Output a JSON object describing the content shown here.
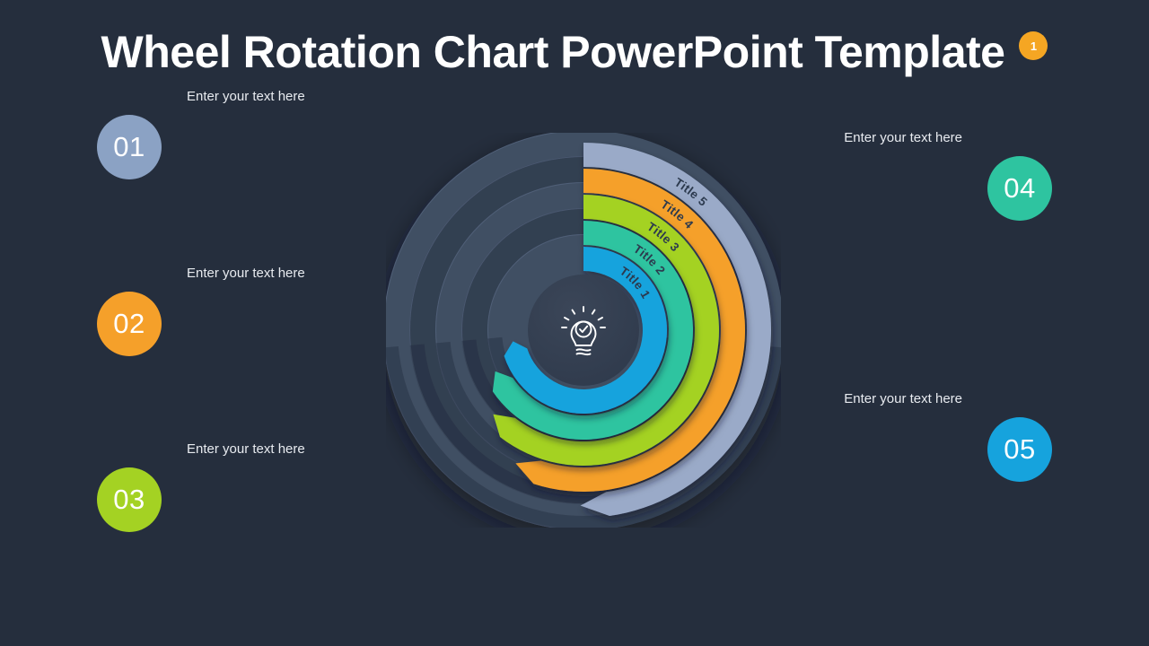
{
  "slide": {
    "title": "Wheel Rotation Chart PowerPoint Template",
    "badge": "1",
    "background_color": "#252e3d",
    "title_color": "#ffffff",
    "badge_color": "#f5a623"
  },
  "steps": [
    {
      "number": "01",
      "text": "Enter your text here",
      "color": "#8ba2c4",
      "side": "left"
    },
    {
      "number": "02",
      "text": "Enter your text here",
      "color": "#f5a02a",
      "side": "left"
    },
    {
      "number": "03",
      "text": "Enter your text here",
      "color": "#a4d223",
      "side": "left"
    },
    {
      "number": "04",
      "text": "Enter your text here",
      "color": "#2ec4a0",
      "side": "right"
    },
    {
      "number": "05",
      "text": "Enter your text here",
      "color": "#16a3dd",
      "side": "right"
    }
  ],
  "chart_data": {
    "type": "pie",
    "title": "Wheel Rotation Chart",
    "description": "Five concentric arc segments sweeping clockwise from 12 o'clock, each ending in an arrow tip.",
    "center_icon": "lightbulb-check-icon",
    "rings": [
      {
        "label": "Title 1",
        "color": "#16a3dd",
        "ring_index": 1,
        "position": "innermost",
        "start_angle": 0,
        "end_angle": 252
      },
      {
        "label": "Title 2",
        "color": "#2ec4a0",
        "ring_index": 2,
        "start_angle": 0,
        "end_angle": 236
      },
      {
        "label": "Title 3",
        "color": "#a4d223",
        "ring_index": 3,
        "start_angle": 0,
        "end_angle": 218
      },
      {
        "label": "Title 4",
        "color": "#f5a02a",
        "ring_index": 4,
        "start_angle": 0,
        "end_angle": 198
      },
      {
        "label": "Title 5",
        "color": "#9aaac8",
        "ring_index": 5,
        "position": "outermost",
        "start_angle": 0,
        "end_angle": 172
      }
    ],
    "track_color": "#414f63",
    "track_color_shadow": "#333f51",
    "center_disc_color": "#333e51",
    "label_color": "#2c3a4e"
  }
}
